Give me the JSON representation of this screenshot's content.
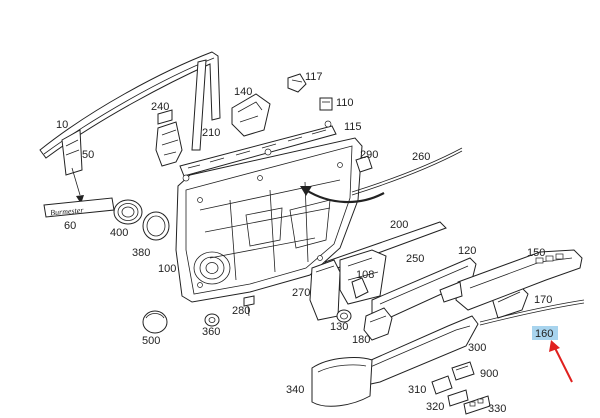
{
  "diagram": {
    "part_labels": {
      "p10": "10",
      "p50": "50",
      "p60": "60",
      "p400": "400",
      "p380": "380",
      "p100": "100",
      "p500": "500",
      "p360": "360",
      "p280": "280",
      "p240": "240",
      "p210": "210",
      "p140": "140",
      "p117": "117",
      "p110": "110",
      "p115": "115",
      "p290": "290",
      "p260": "260",
      "p200": "200",
      "p250": "250",
      "p108": "108",
      "p270": "270",
      "p120": "120",
      "p150": "150",
      "p130": "130",
      "p170": "170",
      "p180": "180",
      "p160": "160",
      "p300": "300",
      "p340": "340",
      "p900": "900",
      "p310": "310",
      "p320": "320",
      "p330": "330"
    },
    "trim_text": "Burmester"
  },
  "colors": {
    "highlight": "#a8d4ee",
    "arrow": "#e0201e",
    "line": "#222222"
  }
}
